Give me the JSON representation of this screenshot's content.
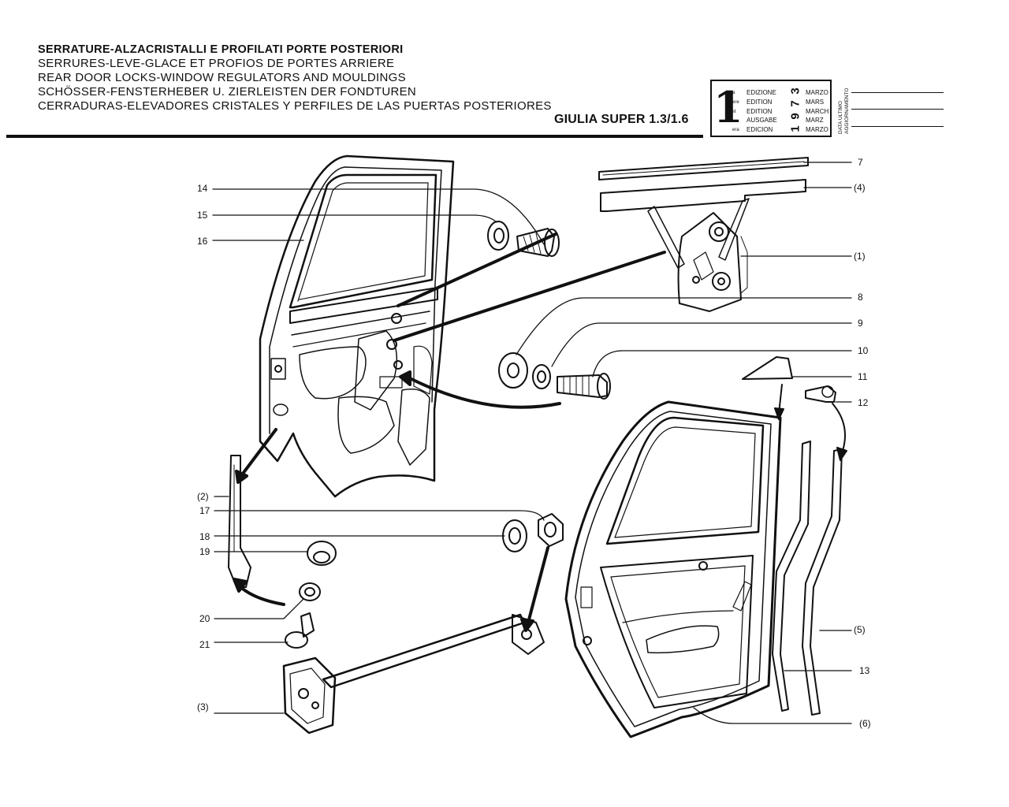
{
  "header": {
    "titles": [
      "SERRATURE-ALZACRISTALLI E PROFILATI PORTE POSTERIORI",
      "SERRURES-LEVE-GLACE ET PROFIOS DE PORTES ARRIERE",
      "REAR DOOR LOCKS-WINDOW REGULATORS AND MOULDINGS",
      "SCHÖSSER-FENSTERHEBER U. ZIERLEISTEN DER FONDTUREN",
      "CERRADURAS-ELEVADORES CRISTALES Y PERFILES DE LAS PUERTAS POSTERIORES"
    ],
    "model": "GIULIA SUPER 1.3/1.6"
  },
  "edition_box": {
    "number": "1",
    "ordinal_marks": [
      "a",
      "ere",
      "st",
      ".",
      "era"
    ],
    "edition_words": [
      "EDIZIONE",
      "EDITION",
      "EDITION",
      "AUSGABE",
      "EDICION"
    ],
    "year_digits": [
      "3",
      "7",
      "9",
      "1"
    ],
    "months": [
      "MARZO",
      "MARS",
      "MARCH",
      "MARZ",
      "MARZO"
    ],
    "update_label": [
      "DATA ULTIMO",
      "AGGIORNAMENTO"
    ]
  },
  "callouts": [
    {
      "id": "7",
      "label": "7"
    },
    {
      "id": "4",
      "label": "(4)"
    },
    {
      "id": "1",
      "label": "(1)"
    },
    {
      "id": "8",
      "label": "8"
    },
    {
      "id": "9",
      "label": "9"
    },
    {
      "id": "10",
      "label": "10"
    },
    {
      "id": "11",
      "label": "11"
    },
    {
      "id": "12",
      "label": "12"
    },
    {
      "id": "5",
      "label": "(5)"
    },
    {
      "id": "13",
      "label": "13"
    },
    {
      "id": "6",
      "label": "(6)"
    },
    {
      "id": "14",
      "label": "14"
    },
    {
      "id": "15",
      "label": "15"
    },
    {
      "id": "16",
      "label": "16"
    },
    {
      "id": "2",
      "label": "(2)"
    },
    {
      "id": "17",
      "label": "17"
    },
    {
      "id": "18",
      "label": "18"
    },
    {
      "id": "19",
      "label": "19"
    },
    {
      "id": "20",
      "label": "20"
    },
    {
      "id": "21",
      "label": "21"
    },
    {
      "id": "3",
      "label": "(3)"
    }
  ],
  "colors": {
    "ink": "#111111",
    "paper": "#ffffff"
  }
}
